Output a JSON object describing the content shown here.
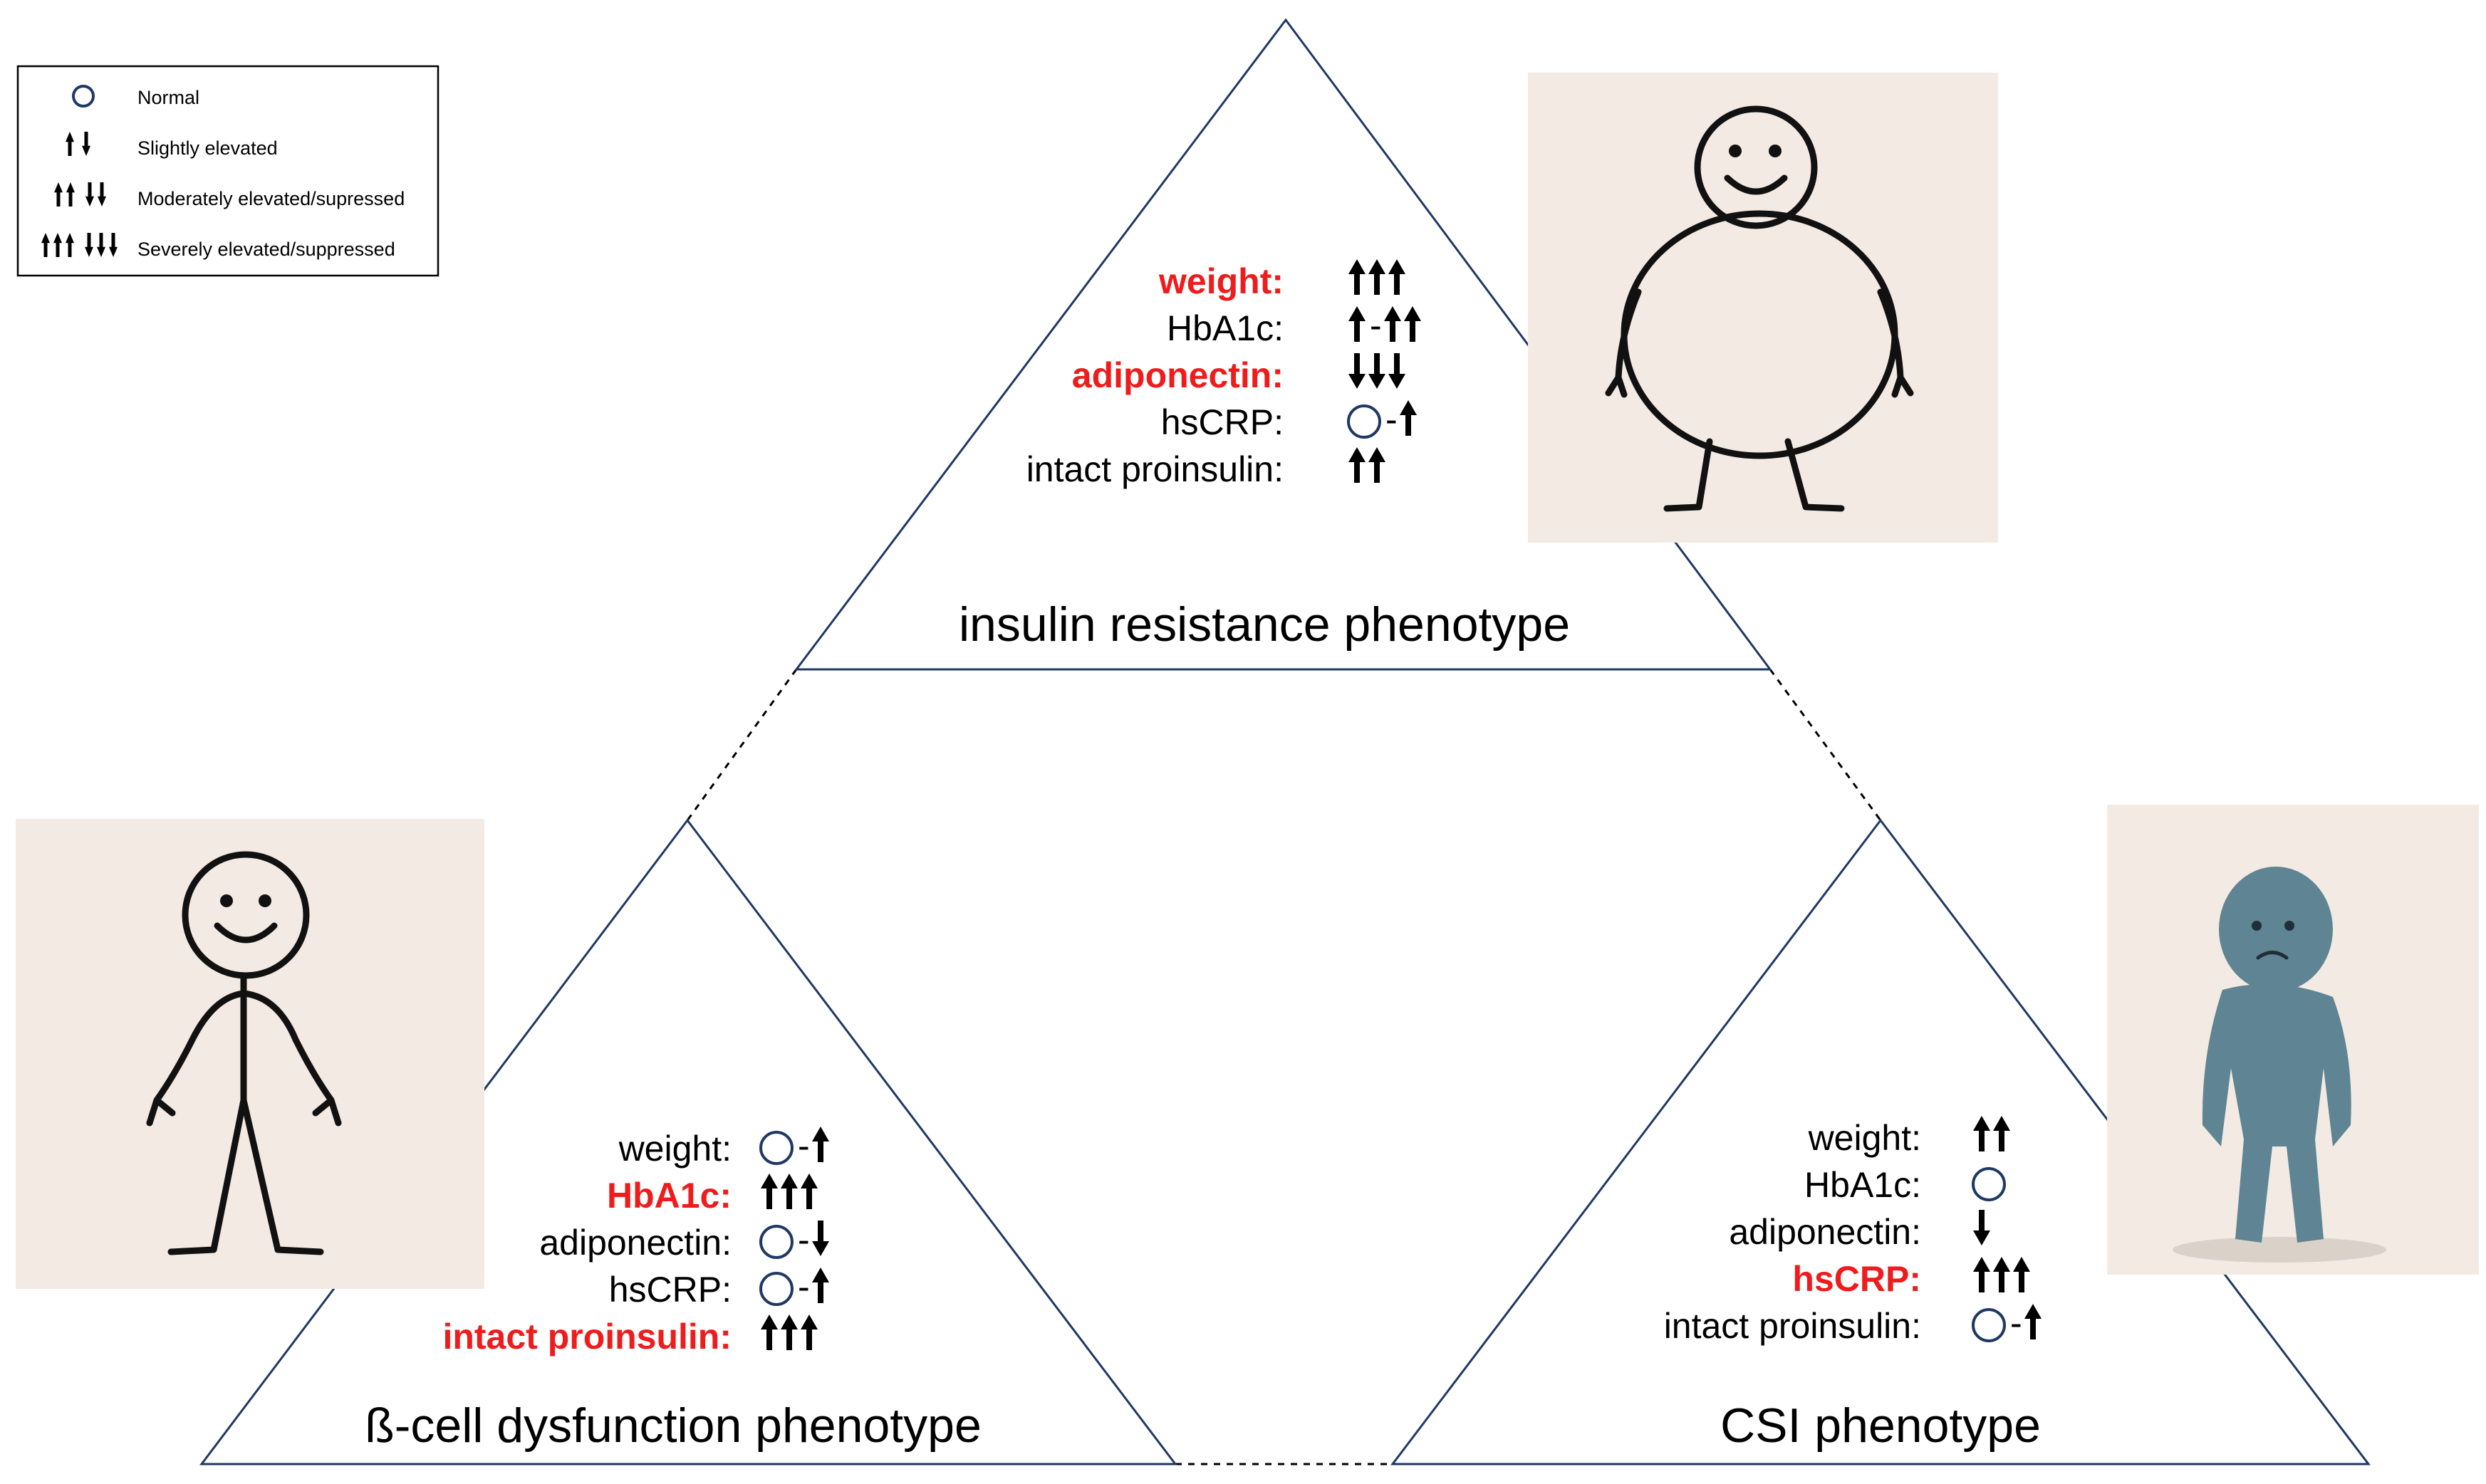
{
  "legend": {
    "items": [
      {
        "symbol": "circle",
        "label": "Normal"
      },
      {
        "symbol": "up1-down1",
        "label": "Slightly elevated"
      },
      {
        "symbol": "up2-down2",
        "label": "Moderately elevated/supressed"
      },
      {
        "symbol": "up3-down3",
        "label": "Severely elevated/suppressed"
      }
    ]
  },
  "phenotypes": {
    "insulin_resistance": {
      "title": "insulin resistance phenotype",
      "rows": [
        {
          "label": "weight:",
          "highlight": true,
          "value": "↑↑↑"
        },
        {
          "label": "HbA1c:",
          "highlight": false,
          "value": "↑-↑↑"
        },
        {
          "label": "adiponectin:",
          "highlight": true,
          "value": "↓↓↓"
        },
        {
          "label": "hsCRP:",
          "highlight": false,
          "value": "○-↑"
        },
        {
          "label": "intact proinsulin:",
          "highlight": false,
          "value": "↑↑"
        }
      ]
    },
    "beta_cell": {
      "title": "ß-cell dysfunction phenotype",
      "rows": [
        {
          "label": "weight:",
          "highlight": false,
          "value": "○-↑"
        },
        {
          "label": "HbA1c:",
          "highlight": true,
          "value": "↑↑↑"
        },
        {
          "label": "adiponectin:",
          "highlight": false,
          "value": "○-↓"
        },
        {
          "label": "hsCRP:",
          "highlight": false,
          "value": "○-↑"
        },
        {
          "label": "intact proinsulin:",
          "highlight": true,
          "value": "↑↑↑"
        }
      ]
    },
    "csi": {
      "title": "CSI phenotype",
      "rows": [
        {
          "label": "weight:",
          "highlight": false,
          "value": "↑↑"
        },
        {
          "label": "HbA1c:",
          "highlight": false,
          "value": "○"
        },
        {
          "label": "adiponectin:",
          "highlight": false,
          "value": "↓"
        },
        {
          "label": "hsCRP:",
          "highlight": true,
          "value": "↑↑↑"
        },
        {
          "label": "intact proinsulin:",
          "highlight": false,
          "value": "○-↑"
        }
      ]
    }
  },
  "illustrations": {
    "insulin_resistance": "obese-stick-figure",
    "beta_cell": "thin-stick-figure",
    "csi": "sad-slumped-figure"
  },
  "colors": {
    "outline": "#1f3864",
    "highlight": "#ee1c1c",
    "panel_bg": "#f3ebe3",
    "sad_figure": "#5f8493"
  }
}
